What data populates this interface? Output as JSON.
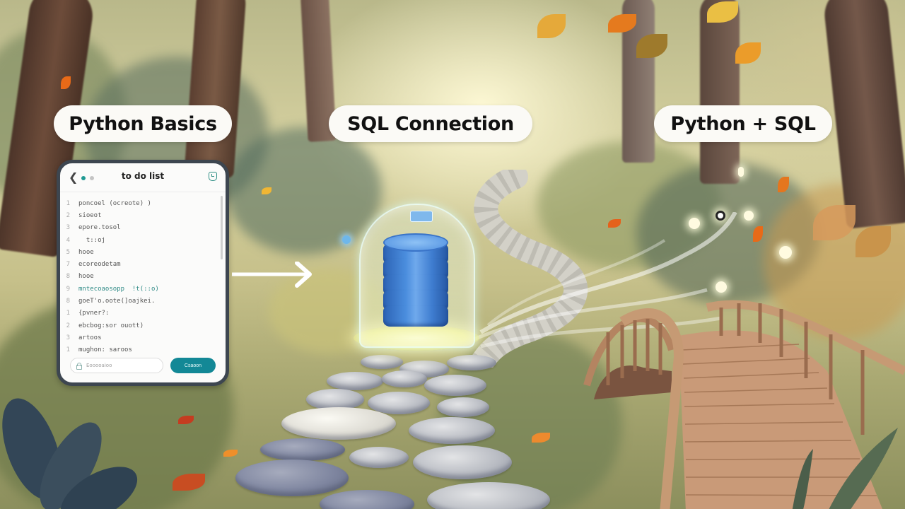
{
  "labels": {
    "step1": "Python Basics",
    "step2": "SQL Connection",
    "step3": "Python + SQL"
  },
  "card": {
    "title": "to do list",
    "back_icon": "chevron-left-icon",
    "status_dots": [
      "#1f9a93",
      "#c4c4c4"
    ],
    "header_icon": "clock-icon",
    "code_lines": [
      {
        "n": "1",
        "text": "poncoel (ocreote) )",
        "highlight": false
      },
      {
        "n": "2",
        "text": "sioeot",
        "highlight": false
      },
      {
        "n": "3",
        "text": "epore.tosol",
        "highlight": false
      },
      {
        "n": "4",
        "text": "  t::oj",
        "highlight": false
      },
      {
        "n": "5",
        "text": "hooe",
        "highlight": false
      },
      {
        "n": "7",
        "text": "ecoreodetam",
        "highlight": false
      },
      {
        "n": "8",
        "text": "hooe",
        "highlight": false
      },
      {
        "n": "9",
        "text": "mntecoaosopp  !t(::o)",
        "highlight": true
      },
      {
        "n": "8",
        "text": "goeT'o.oote(]oajkei.",
        "highlight": false
      },
      {
        "n": "1",
        "text": "{pvner?:",
        "highlight": false
      },
      {
        "n": "2",
        "text": "ebcbog:sor ouott)",
        "highlight": false
      },
      {
        "n": "3",
        "text": "artoos",
        "highlight": false
      },
      {
        "n": "1",
        "text": "mughon: saroos",
        "highlight": false
      }
    ],
    "search": {
      "placeholder": "Eooooaioo",
      "icon": "lock-icon"
    },
    "action_label": "Csaoon"
  },
  "colors": {
    "accent_teal": "#138896",
    "db_blue": "#3f7dd0",
    "pill_bg": "#fbfaf6",
    "card_border": "#3d4650"
  },
  "scene": {
    "elements": [
      "forest-background",
      "stone-path",
      "glass-dome-database",
      "wind-stream",
      "wooden-bridge",
      "arrow-right"
    ]
  }
}
